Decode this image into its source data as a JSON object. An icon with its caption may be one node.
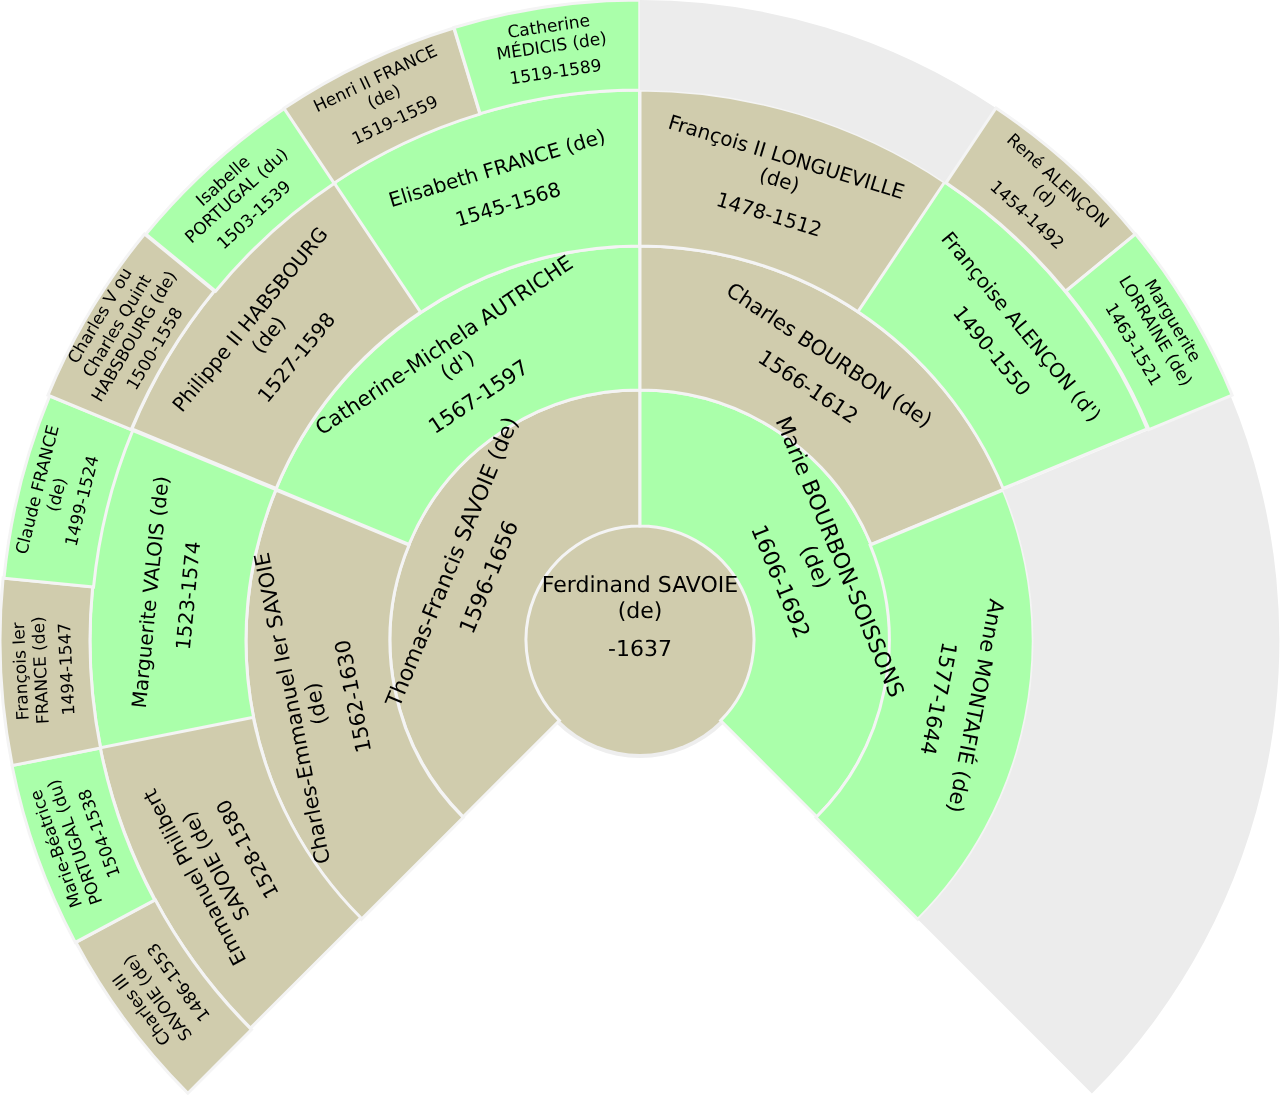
{
  "diagram": {
    "nodes": [
      {
        "text": [
          "Ferdinand SAVOIE (de)",
          "-1637"
        ]
      },
      {
        "text": [
          "Thomas-Francis SAVOIE (de)",
          "1596-1656"
        ]
      },
      {
        "text": [
          "Marie BOURBON-SOISSONS (de)",
          "1606-1692"
        ]
      },
      {
        "text": [
          "Charles-Emmanuel Ier SAVOIE (de)",
          "1562-1630"
        ]
      },
      {
        "text": [
          "Catherine-Michela AUTRICHE (d')",
          "1567-1597"
        ]
      },
      {
        "text": [
          "Charles BOURBON (de)",
          "1566-1612"
        ]
      },
      {
        "text": [
          "Anne MONTAFIÉ (de)",
          "1577-1644"
        ]
      },
      {
        "text": [
          "Emmanuel Philibert SAVOIE (de)",
          "1528-1580"
        ]
      },
      {
        "text": [
          "Marguerite VALOIS (de)",
          "1523-1574"
        ]
      },
      {
        "text": [
          "Philippe II HABSBOURG (de)",
          "1527-1598"
        ]
      },
      {
        "text": [
          "Elisabeth FRANCE (de)",
          "1545-1568"
        ]
      },
      {
        "text": [
          "François II LONGUEVILLE (de)",
          "1478-1512"
        ]
      },
      {
        "text": [
          "Françoise ALENÇON (d')",
          "1490-1550"
        ]
      },
      {
        "text": [],
        "shape": "sector"
      },
      {
        "text": [
          "Charles III SAVOIE (de)",
          "1486-1553"
        ]
      },
      {
        "text": [
          "Marie-Béatrice PORTUGAL (du)",
          "1504-1538"
        ]
      },
      {
        "text": [
          "François Ier FRANCE (de)",
          "1494-1547"
        ]
      },
      {
        "text": [
          "Claude FRANCE (de)",
          "1499-1524"
        ]
      },
      {
        "text": [
          "Charles V ou Charles Quint HABSBOURG (de)",
          "1500-1558"
        ]
      },
      {
        "text": [
          "Isabelle PORTUGAL (du)",
          "1503-1539"
        ]
      },
      {
        "text": [
          "Henri II FRANCE (de)",
          "1519-1559"
        ]
      },
      {
        "text": [
          "Catherine MÉDICIS (de)",
          "1519-1589"
        ]
      },
      {
        "text": [],
        "shape": "sector"
      },
      {
        "text": [
          "René ALENÇON (d)",
          "1454-1492"
        ]
      },
      {
        "text": [
          "Marguerite LORRAINE (de)",
          "1463-1521"
        ]
      }
    ]
  }
}
